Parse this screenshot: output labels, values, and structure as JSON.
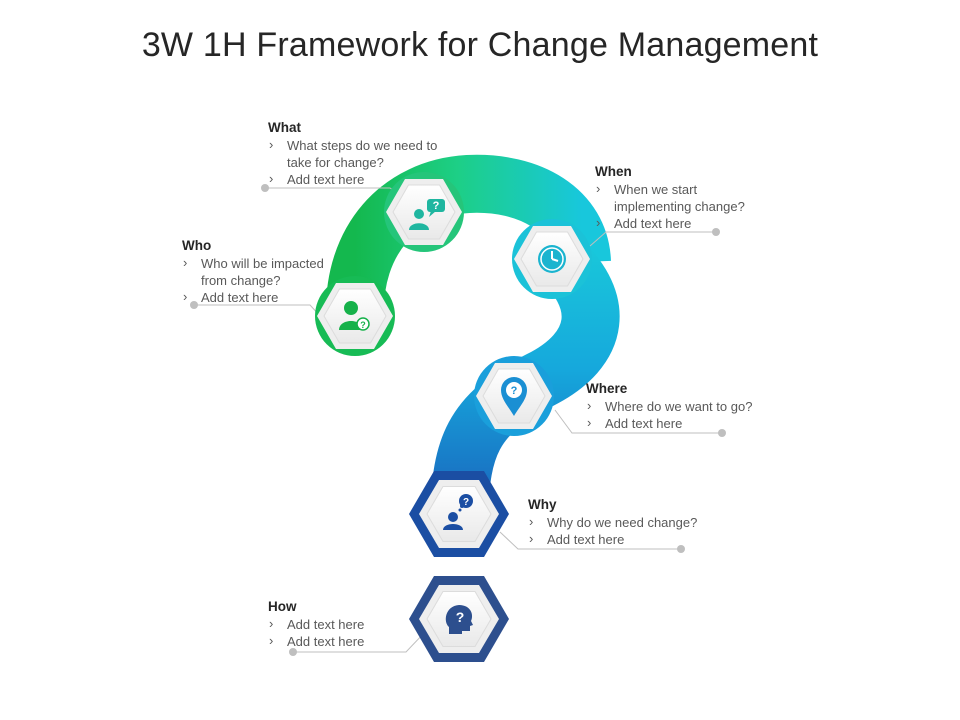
{
  "title": "3W 1H Framework for Change Management",
  "sections": {
    "what": {
      "heading": "What",
      "bullets": [
        "What steps do we need to take for change?",
        "Add text here"
      ],
      "icon": "users-question-icon",
      "color": "#2fca8a"
    },
    "when": {
      "heading": "When",
      "bullets": [
        "When we start implementing change?",
        "Add text here"
      ],
      "icon": "clock-icon",
      "color": "#22c3d8"
    },
    "who": {
      "heading": "Who",
      "bullets": [
        "Who will be impacted from change?",
        "Add text here"
      ],
      "icon": "person-question-icon",
      "color": "#1db954"
    },
    "where": {
      "heading": "Where",
      "bullets": [
        "Where do we want to go?",
        "Add text here"
      ],
      "icon": "location-question-icon",
      "color": "#1e9ad6"
    },
    "why": {
      "heading": "Why",
      "bullets": [
        "Why do we need change?",
        "Add text here"
      ],
      "icon": "thinking-person-icon",
      "color": "#1b4ea3"
    },
    "how": {
      "heading": "How",
      "bullets": [
        "Add text here",
        "Add text here"
      ],
      "icon": "head-question-icon",
      "color": "#2d4f8e"
    }
  }
}
